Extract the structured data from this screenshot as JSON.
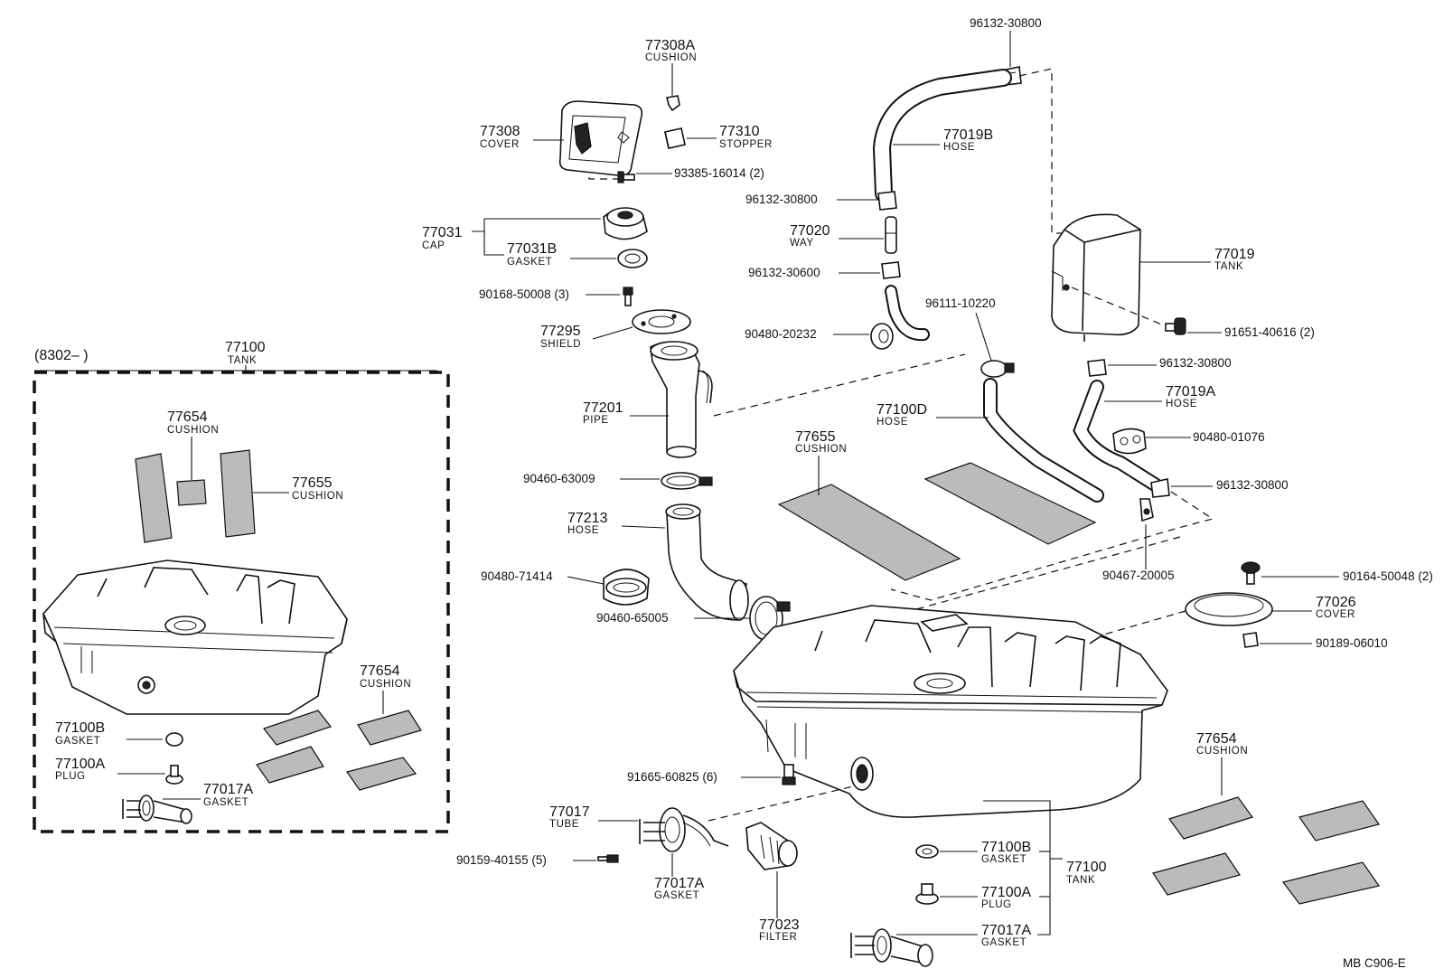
{
  "callouts": {
    "c77308a": {
      "num": "77308A",
      "name": "CUSHION"
    },
    "c77308": {
      "num": "77308",
      "name": "COVER"
    },
    "c77310": {
      "num": "77310",
      "name": "STOPPER"
    },
    "c93385": {
      "num": "93385-16014 (2)"
    },
    "c77031": {
      "num": "77031",
      "name": "CAP"
    },
    "c77031b": {
      "num": "77031B",
      "name": "GASKET"
    },
    "c90168": {
      "num": "90168-50008 (3)"
    },
    "c77295": {
      "num": "77295",
      "name": "SHIELD"
    },
    "c77201": {
      "num": "77201",
      "name": "PIPE"
    },
    "c90460a": {
      "num": "90460-63009"
    },
    "c77213": {
      "num": "77213",
      "name": "HOSE"
    },
    "c90480_71414": {
      "num": "90480-71414"
    },
    "c90460b": {
      "num": "90460-65005"
    },
    "c96132_top": {
      "num": "96132-30800"
    },
    "c77019b": {
      "num": "77019B",
      "name": "HOSE"
    },
    "c96132_mid": {
      "num": "96132-30800"
    },
    "c77020": {
      "num": "77020",
      "name": "WAY"
    },
    "c96132_30600": {
      "num": "96132-30600"
    },
    "c90480_20232": {
      "num": "90480-20232"
    },
    "c96111": {
      "num": "96111-10220"
    },
    "c77100d": {
      "num": "77100D",
      "name": "HOSE"
    },
    "c77655_main": {
      "num": "77655",
      "name": "CUSHION"
    },
    "c77019": {
      "num": "77019",
      "name": "TANK"
    },
    "c91651": {
      "num": "91651-40616 (2)"
    },
    "c96132_r1": {
      "num": "96132-30800"
    },
    "c77019a": {
      "num": "77019A",
      "name": "HOSE"
    },
    "c90480_01076": {
      "num": "90480-01076"
    },
    "c96132_r2": {
      "num": "96132-30800"
    },
    "c90467": {
      "num": "90467-20005"
    },
    "c90164": {
      "num": "90164-50048 (2)"
    },
    "c77026": {
      "num": "77026",
      "name": "COVER"
    },
    "c90189": {
      "num": "90189-06010"
    },
    "c77654_main": {
      "num": "77654",
      "name": "CUSHION"
    },
    "c91665": {
      "num": "91665-60825 (6)"
    },
    "c77017": {
      "num": "77017",
      "name": "TUBE"
    },
    "c90159": {
      "num": "90159-40155 (5)"
    },
    "c77017a_main": {
      "num": "77017A",
      "name": "GASKET"
    },
    "c77023": {
      "num": "77023",
      "name": "FILTER"
    },
    "c77100b_main": {
      "num": "77100B",
      "name": "GASKET"
    },
    "c77100a_main": {
      "num": "77100A",
      "name": "PLUG"
    },
    "c77017a_main2": {
      "num": "77017A",
      "name": "GASKET"
    },
    "c77100_main": {
      "num": "77100",
      "name": "TANK"
    }
  },
  "inset": {
    "range": "(8302–        )",
    "c77100": {
      "num": "77100",
      "name": "TANK"
    },
    "c77654a": {
      "num": "77654",
      "name": "CUSHION"
    },
    "c77655": {
      "num": "77655",
      "name": "CUSHION"
    },
    "c77654b": {
      "num": "77654",
      "name": "CUSHION"
    },
    "c77100b": {
      "num": "77100B",
      "name": "GASKET"
    },
    "c77100a": {
      "num": "77100A",
      "name": "PLUG"
    },
    "c77017a": {
      "num": "77017A",
      "name": "GASKET"
    }
  },
  "footer": {
    "code": "MB  C906-E"
  }
}
